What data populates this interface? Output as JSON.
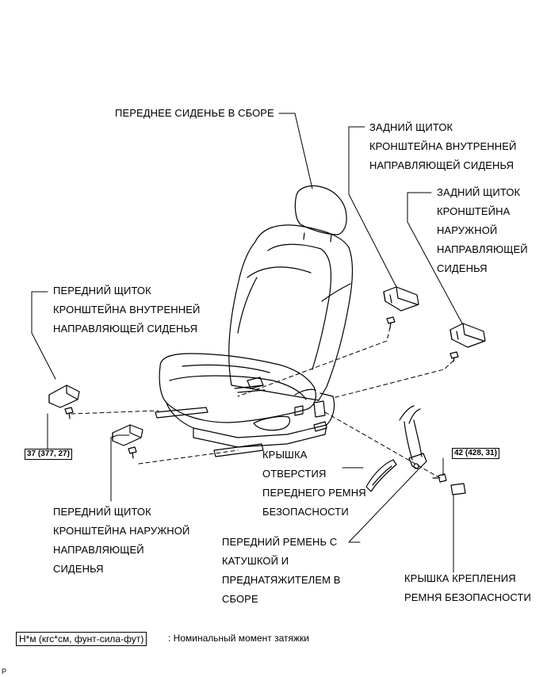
{
  "labels": {
    "front_seat": "ПЕРЕДНЕЕ СИДЕНЬЕ В СБОРЕ",
    "rear_inner_cover": "ЗАДНИЙ ЩИТОК\nКРОНШТЕЙНА ВНУТРЕННЕЙ\nНАПРАВЛЯЮЩЕЙ СИДЕНЬЯ",
    "rear_outer_cover": "ЗАДНИЙ ЩИТОК\nКРОНШТЕЙНА\nНАРУЖНОЙ\nНАПРАВЛЯЮЩЕЙ\nСИДЕНЬЯ",
    "front_inner_cover": "ПЕРЕДНИЙ ЩИТОК\nКРОНШТЕЙНА ВНУТРЕННЕЙ\nНАПРАВЛЯЮЩЕЙ СИДЕНЬЯ",
    "front_outer_cover": "ПЕРЕДНИЙ ЩИТОК\nКРОНШТЕЙНА НАРУЖНОЙ\nНАПРАВЛЯЮЩЕЙ\nСИДЕНЬЯ",
    "belt_hole_cover": "КРЫШКА\nОТВЕРСТИЯ\nПЕРЕДНЕГО РЕМНЯ\nБЕЗОПАСНОСТИ",
    "front_belt_retractor": "ПЕРЕДНИЙ РЕМЕНЬ С\nКАТУШКОЙ И\nПРЕДНАТЯЖИТЕЛЕМ В\nСБОРЕ",
    "belt_anchor_cover": "КРЫШКА КРЕПЛЕНИЯ\nРЕМНЯ БЕЗОПАСНОСТИ"
  },
  "torques": {
    "front_inner_bolt": "37 (377, 27)",
    "belt_anchor_bolt": "42 (428, 31)"
  },
  "legend": {
    "unit_box": "Н*м (кгс*см, фунт-сила-фут)",
    "description": ": Номинальный момент затяжки"
  },
  "corner_mark": "P"
}
